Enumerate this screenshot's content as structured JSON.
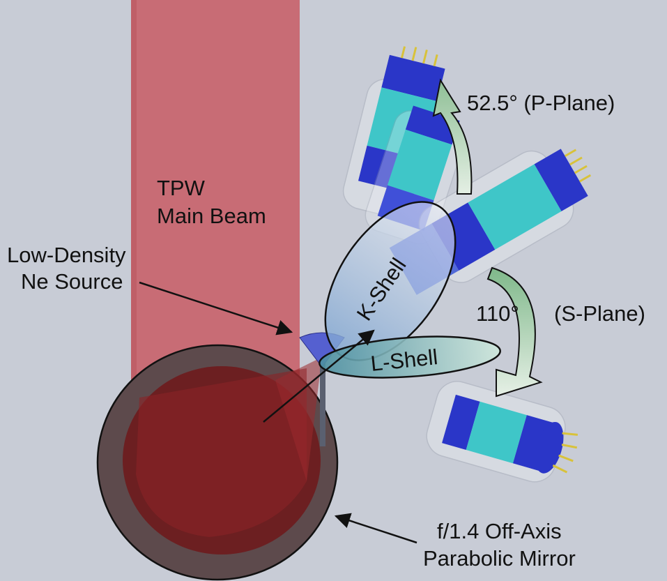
{
  "labels": {
    "beam_line1": "TPW",
    "beam_line2": "Main Beam",
    "source_line1": "Low-Density",
    "source_line2": "Ne Source",
    "mirror_line1": "f/1.4 Off-Axis",
    "mirror_line2": "Parabolic Mirror",
    "p_plane": "52.5° (P-Plane)",
    "s_plane_angle": "110°",
    "s_plane_name": "(S-Plane)",
    "k_shell": "K-Shell",
    "l_shell": "L-Shell"
  },
  "colors": {
    "background": "#c8ccd6",
    "beam": "#c8646c",
    "mirror": "#7a1e20",
    "detector_dark": "#2a36c8",
    "detector_light": "#3fc6c8",
    "pins": "#d8c23a",
    "arrow_fill": "#a8cfae"
  },
  "icons": {
    "detector": "x-ray-detector-icon",
    "cone": "gas-jet-cone-icon"
  }
}
